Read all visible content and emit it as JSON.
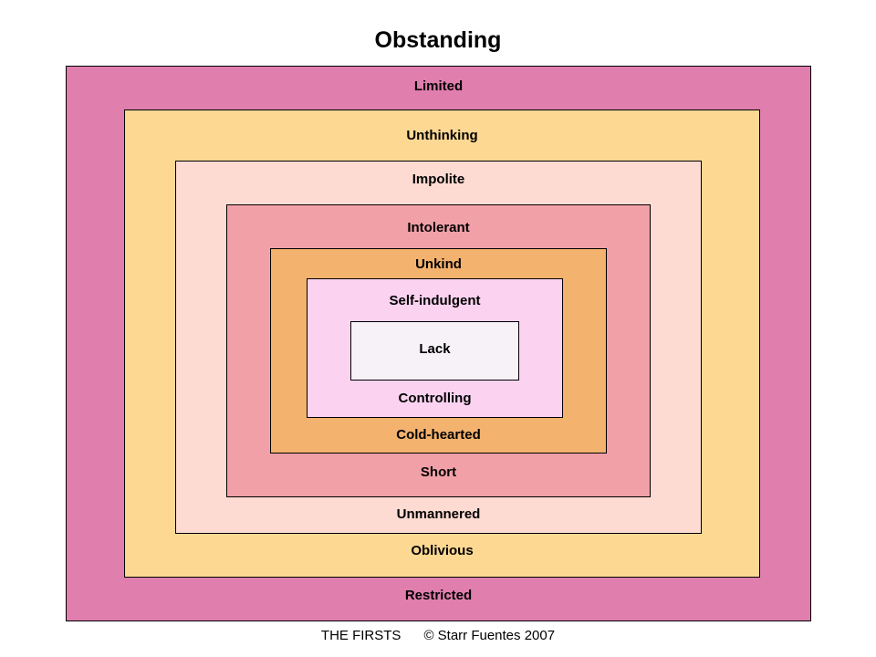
{
  "title": "Obstanding",
  "layers": [
    {
      "top_label": "Limited",
      "bottom_label": "Restricted",
      "color": "#E07EAE"
    },
    {
      "top_label": "Unthinking",
      "bottom_label": "Oblivious",
      "color": "#FDD893"
    },
    {
      "top_label": "Impolite",
      "bottom_label": "Unmannered",
      "color": "#FDDAD2"
    },
    {
      "top_label": "Intolerant",
      "bottom_label": "Short",
      "color": "#F2A0A8"
    },
    {
      "top_label": "Unkind",
      "bottom_label": "Cold-hearted",
      "color": "#F3B26E"
    },
    {
      "top_label": "Self-indulgent",
      "bottom_label": "Controlling",
      "color": "#FBD3F0"
    },
    {
      "center_label": "Lack",
      "color": "#F7F1F8"
    }
  ],
  "footer": {
    "left": "THE FIRSTS",
    "right": "© Starr Fuentes 2007"
  }
}
